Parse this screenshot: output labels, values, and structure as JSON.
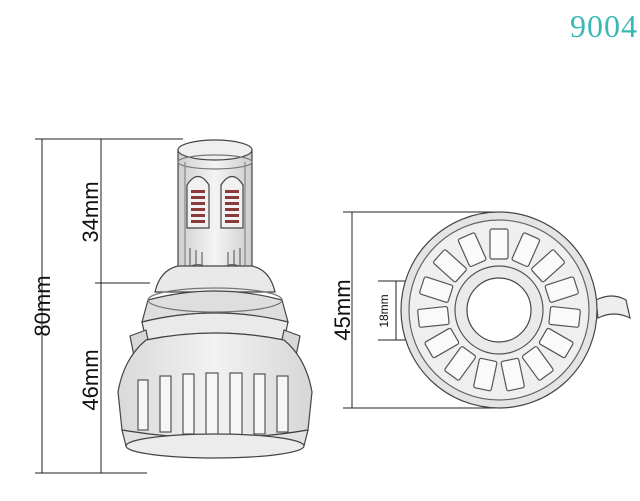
{
  "model_code": "9004",
  "dimensions": {
    "total_height": "80mm",
    "upper_height": "34mm",
    "lower_height": "46mm",
    "outer_diameter": "45mm",
    "inner_diameter": "18mm"
  },
  "colors": {
    "model_code": "#3ab8b4",
    "outline": "#333333",
    "bulb_fill": "#e6e6e6",
    "led_chip": "#8a3a3a"
  }
}
